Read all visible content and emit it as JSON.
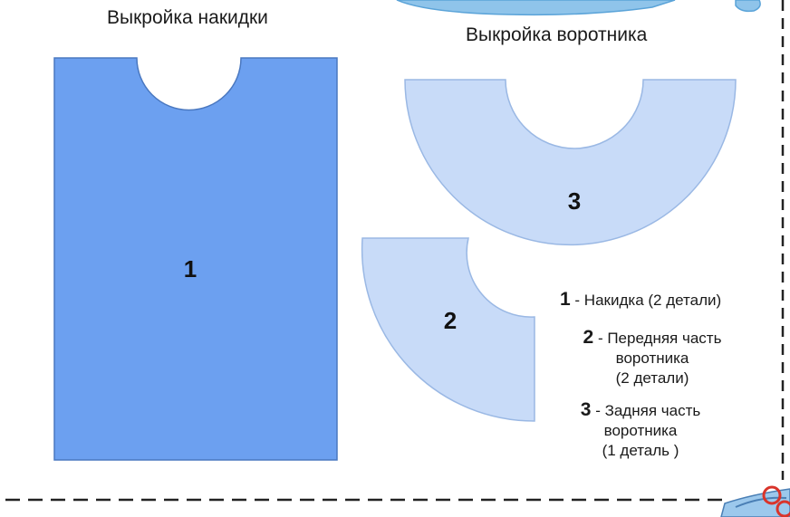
{
  "titles": {
    "cape": "Выкройка накидки",
    "collar": "Выкройка воротника"
  },
  "pieces": {
    "cape": {
      "label": "1",
      "color": "#6ca0f0"
    },
    "collar_front": {
      "label": "2",
      "color": "#c8dbf8"
    },
    "collar_back": {
      "label": "3",
      "color": "#c8dbf8"
    }
  },
  "legend": [
    {
      "num": "1",
      "lines": [
        "- Накидка (2 детали)"
      ]
    },
    {
      "num": "2",
      "lines": [
        "- Передняя часть",
        "воротника",
        "(2 детали)"
      ]
    },
    {
      "num": "3",
      "lines": [
        "- Задняя часть",
        "воротника",
        "(1 деталь )"
      ]
    }
  ],
  "colors": {
    "stroke": "#5a7fb8",
    "cut_line": "#222222",
    "banner": "#8fc4ea",
    "scissors_accent": "#d9342b"
  },
  "icons": {
    "banner": "banner-ribbon-icon",
    "scissors": "scissors-icon"
  }
}
